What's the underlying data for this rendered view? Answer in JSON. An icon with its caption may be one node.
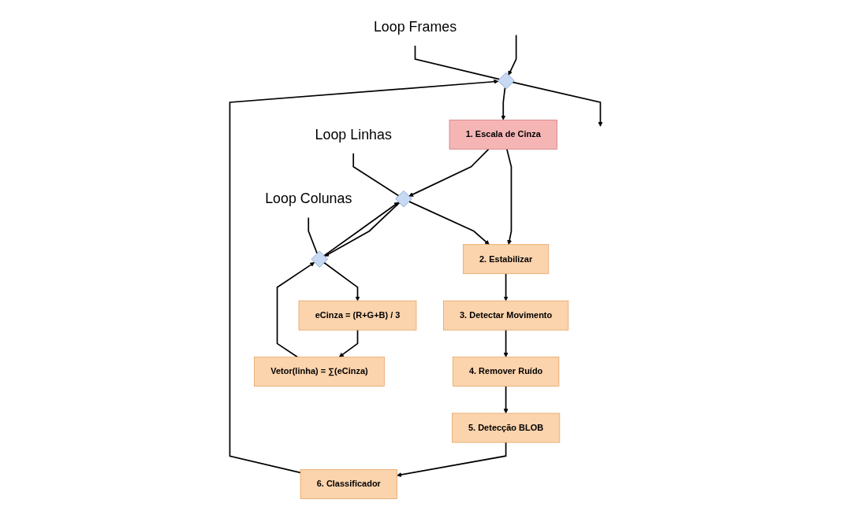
{
  "diagram": {
    "nodes": [
      {
        "text": [],
        "shape": "diamond"
      },
      {
        "text": [
          "Loop Frames"
        ]
      },
      {
        "text": [
          "1. Escala de Cinza"
        ]
      },
      {
        "text": [
          "2. Estabilizar"
        ]
      },
      {
        "text": [
          "3. Detectar Movimento"
        ]
      },
      {
        "text": [
          "4. Remover Ruído"
        ]
      },
      {
        "text": [
          "5. Detecção BLOB"
        ]
      },
      {
        "text": [
          "6. Classificador"
        ]
      },
      {
        "text": [],
        "shape": "diamond"
      },
      {
        "text": [
          "Loop Linhas"
        ]
      },
      {
        "text": [],
        "shape": "diamond"
      },
      {
        "text": [
          "Loop Colunas"
        ]
      },
      {
        "text": [
          "eCinza = (R+G+B) / 3"
        ]
      },
      {
        "text": [
          "Vetor(linha) = ∑(eCinza)"
        ]
      }
    ],
    "edges": [
      {
        "from": null,
        "to": 0,
        "arrow": "to"
      },
      {
        "from": 0,
        "to": null,
        "arrow": "to"
      },
      {
        "from": 1,
        "to": 0,
        "arrow": "none"
      },
      {
        "from": 0,
        "to": 2,
        "arrow": "to"
      },
      {
        "from": 2,
        "to": 3,
        "arrow": "to"
      },
      {
        "from": 3,
        "to": 4,
        "arrow": "to"
      },
      {
        "from": 4,
        "to": 5,
        "arrow": "to"
      },
      {
        "from": 5,
        "to": 6,
        "arrow": "to"
      },
      {
        "from": 6,
        "to": 7,
        "arrow": "to"
      },
      {
        "from": 7,
        "to": 0,
        "arrow": "to"
      },
      {
        "from": 2,
        "to": 8,
        "arrow": "to"
      },
      {
        "from": 8,
        "to": 3,
        "arrow": "to"
      },
      {
        "from": 9,
        "to": 8,
        "arrow": "none"
      },
      {
        "from": 8,
        "to": 10,
        "arrow": "to"
      },
      {
        "from": 11,
        "to": 10,
        "arrow": "none"
      },
      {
        "from": 10,
        "to": 8,
        "arrow": "to"
      },
      {
        "from": 10,
        "to": 12,
        "arrow": "to"
      },
      {
        "from": 12,
        "to": 13,
        "arrow": "to"
      },
      {
        "from": 13,
        "to": 10,
        "arrow": "to"
      }
    ]
  }
}
